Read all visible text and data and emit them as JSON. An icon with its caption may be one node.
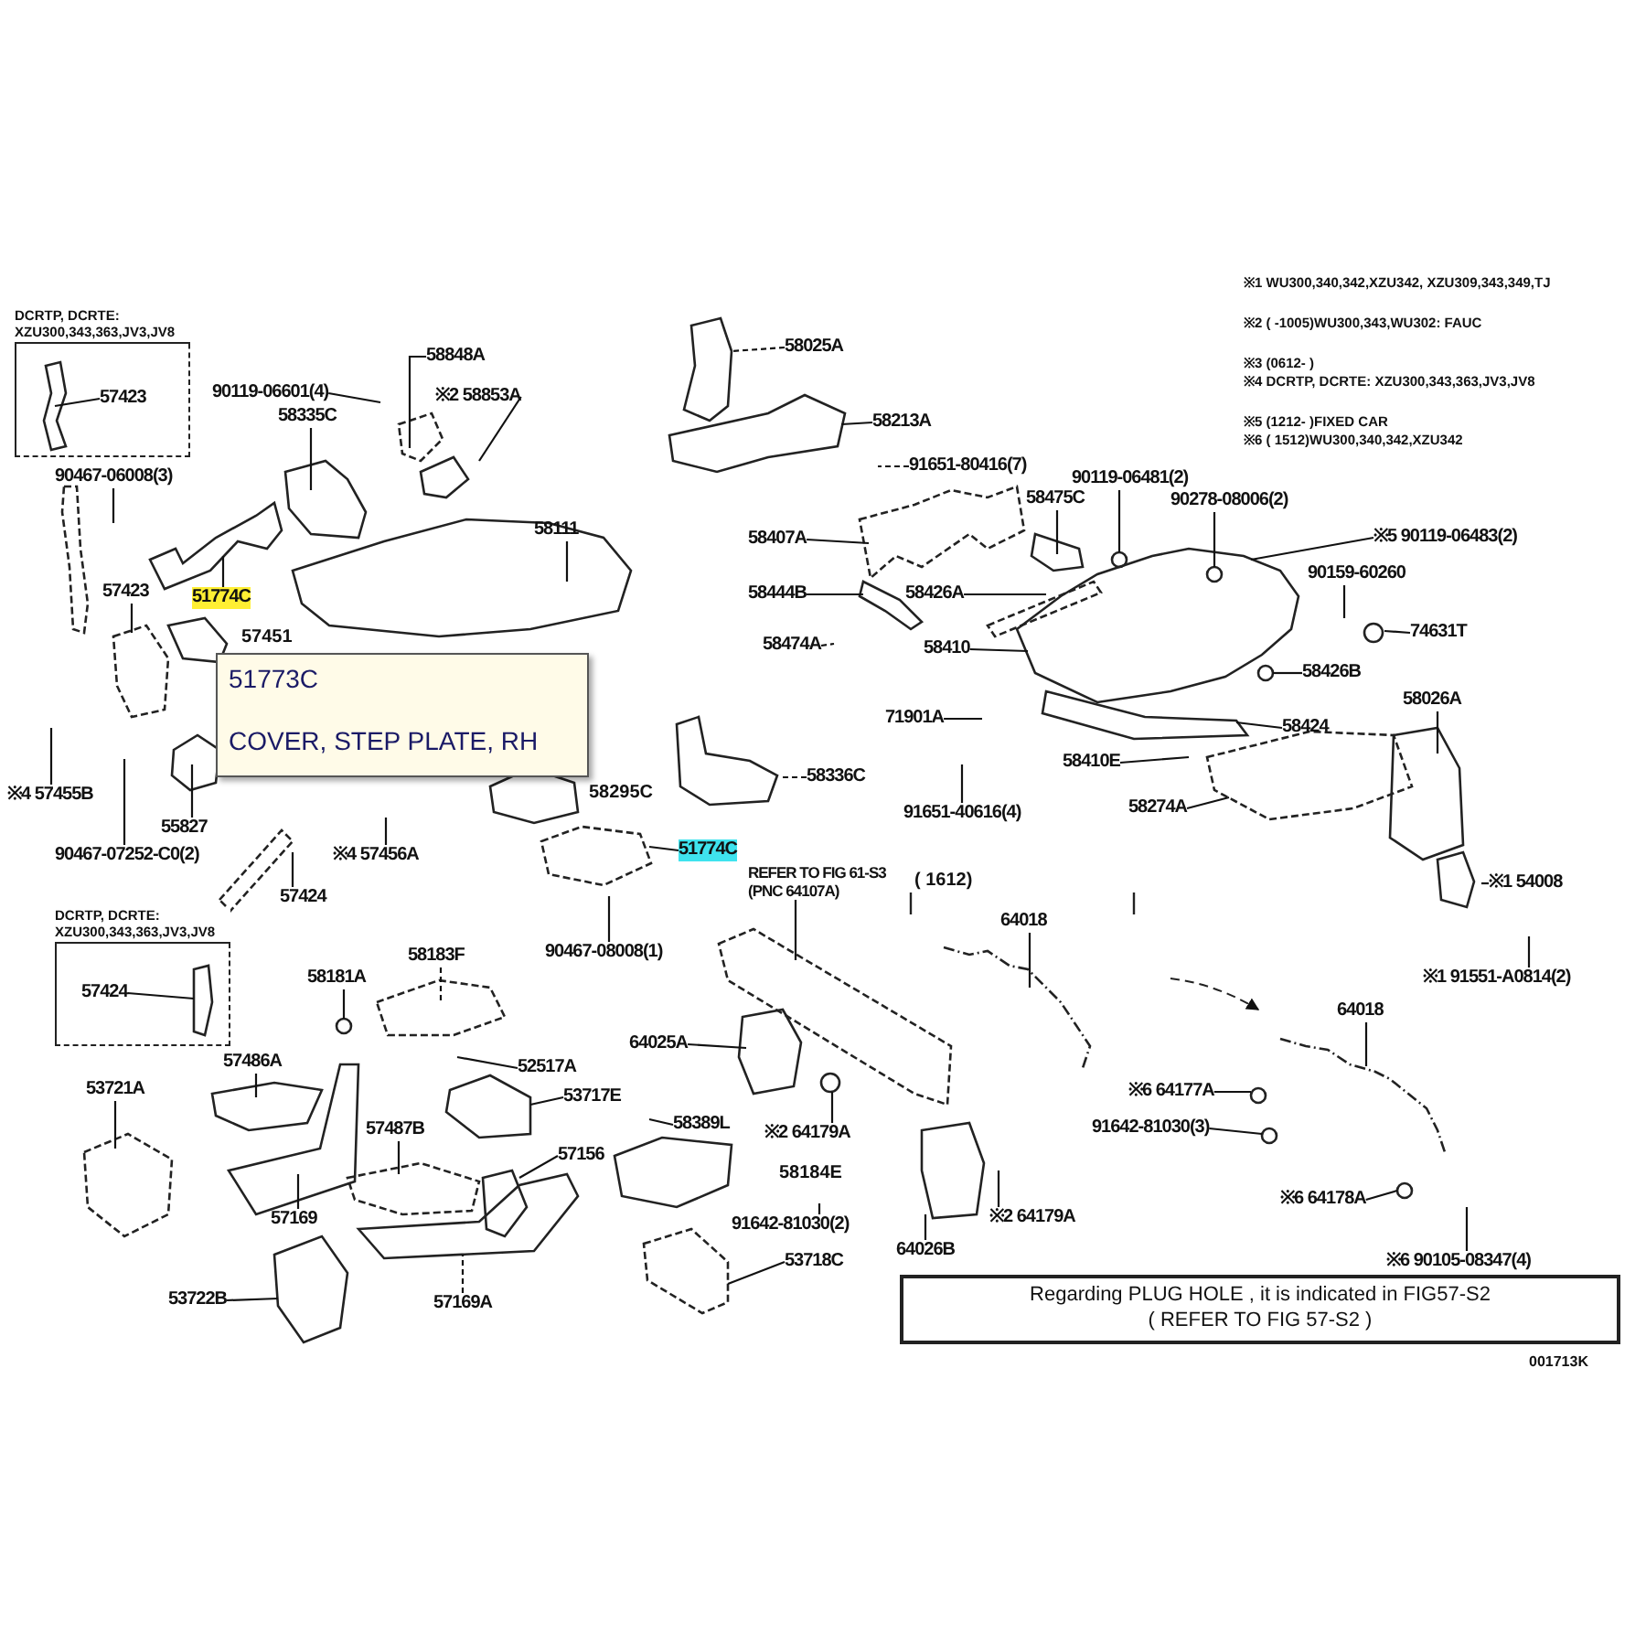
{
  "diagram": {
    "nodes": [
      {
        "text": [
          "DCRTP, DCRTE: XZU300,343,363,JV3,JV8"
        ]
      },
      {
        "text": [
          "57423"
        ],
        "in": 0
      },
      {
        "text": [
          "90119-06601(4)"
        ]
      },
      {
        "text": [
          "58335C"
        ]
      },
      {
        "text": [
          "58848A"
        ]
      },
      {
        "text": [
          "※2 58853A"
        ]
      },
      {
        "text": [
          "90467-06008(3)"
        ]
      },
      {
        "text": [
          "58111"
        ]
      },
      {
        "text": [
          "57423"
        ]
      },
      {
        "text": [
          "51774C"
        ]
      },
      {
        "text": [
          "51773C",
          "COVER, STEP PLATE, RH"
        ]
      },
      {
        "text": [
          "※4 57455B"
        ]
      },
      {
        "text": [
          "55827"
        ]
      },
      {
        "text": [
          "90467-07252-C0(2)"
        ]
      },
      {
        "text": [
          "※4 57456A"
        ]
      },
      {
        "text": [
          "57424"
        ]
      },
      {
        "text": [
          "58336C"
        ]
      },
      {
        "text": [
          "51774C"
        ]
      },
      {
        "text": [
          "90467-08008(1)"
        ]
      },
      {
        "text": [
          "58025A"
        ]
      },
      {
        "text": [
          "58213A"
        ]
      },
      {
        "text": [
          "91651-80416(7)"
        ]
      },
      {
        "text": [
          "90119-06481(2)"
        ]
      },
      {
        "text": [
          "58475C"
        ]
      },
      {
        "text": [
          "90278-08006(2)"
        ]
      },
      {
        "text": [
          "※5 90119-06483(2)"
        ]
      },
      {
        "text": [
          "90159-60260"
        ]
      },
      {
        "text": [
          "58407A"
        ]
      },
      {
        "text": [
          "58444B"
        ]
      },
      {
        "text": [
          "58426A"
        ]
      },
      {
        "text": [
          "74631T"
        ]
      },
      {
        "text": [
          "58474A"
        ]
      },
      {
        "text": [
          "58410"
        ]
      },
      {
        "text": [
          "71901A"
        ]
      },
      {
        "text": [
          "58426B"
        ]
      },
      {
        "text": [
          "58424"
        ]
      },
      {
        "text": [
          "58026A"
        ]
      },
      {
        "text": [
          "58410E"
        ]
      },
      {
        "text": [
          "91651-40616(4)"
        ]
      },
      {
        "text": [
          "58274A"
        ]
      },
      {
        "text": [
          "※1 54008"
        ]
      },
      {
        "text": [
          "※1 91551-A0814(2)"
        ]
      },
      {
        "text": [
          "REFER TO FIG 61-S3 (PNC 64107A)"
        ]
      },
      {
        "text": [
          "64018"
        ]
      },
      {
        "text": [
          "64018"
        ]
      },
      {
        "text": [
          "※6 64177A"
        ]
      },
      {
        "text": [
          "91642-81030(3)"
        ]
      },
      {
        "text": [
          "※6 64178A"
        ]
      },
      {
        "text": [
          "※6 90105-08347(4)"
        ]
      },
      {
        "text": [
          "64025A"
        ]
      },
      {
        "text": [
          "※2 64179A"
        ]
      },
      {
        "text": [
          "※2 64179A"
        ]
      },
      {
        "text": [
          "91642-81030(2)"
        ]
      },
      {
        "text": [
          "64026B"
        ]
      },
      {
        "text": [
          "53718C"
        ]
      },
      {
        "text": [
          "58389L"
        ]
      },
      {
        "text": [
          "DCRTP, DCRTE: XZU300,343,363,JV3,JV8"
        ]
      },
      {
        "text": [
          "57424"
        ],
        "in": 56
      },
      {
        "text": [
          "58181A"
        ]
      },
      {
        "text": [
          "58183F"
        ]
      },
      {
        "text": [
          "52517A"
        ]
      },
      {
        "text": [
          "53717E"
        ]
      },
      {
        "text": [
          "57486A"
        ]
      },
      {
        "text": [
          "53721A"
        ]
      },
      {
        "text": [
          "57487B"
        ]
      },
      {
        "text": [
          "57156"
        ]
      },
      {
        "text": [
          "57169"
        ]
      },
      {
        "text": [
          "57169A"
        ]
      },
      {
        "text": [
          "53722B"
        ]
      },
      {
        "text": [
          "Regarding PLUG HOLE , it is indicated in FIG57-S2",
          "( REFER TO FIG 57-S2 )"
        ],
        "beside": [
          "001713K"
        ]
      }
    ],
    "edges": [
      {
        "from": 1,
        "to": null,
        "arrow": "none"
      },
      {
        "from": 2,
        "to": null,
        "arrow": "none"
      },
      {
        "from": 3,
        "to": null,
        "arrow": "none"
      },
      {
        "from": 4,
        "to": null,
        "arrow": "none"
      },
      {
        "from": 5,
        "to": null,
        "arrow": "none"
      },
      {
        "from": 6,
        "to": null,
        "arrow": "none"
      },
      {
        "from": 7,
        "to": null,
        "arrow": "none"
      },
      {
        "from": 8,
        "to": null,
        "arrow": "none"
      },
      {
        "from": 9,
        "to": null,
        "arrow": "none"
      },
      {
        "from": 11,
        "to": null,
        "arrow": "none"
      },
      {
        "from": 12,
        "to": null,
        "arrow": "none"
      },
      {
        "from": 13,
        "to": null,
        "arrow": "none"
      },
      {
        "from": 14,
        "to": null,
        "arrow": "none"
      },
      {
        "from": 15,
        "to": null,
        "arrow": "none"
      },
      {
        "from": 16,
        "to": null,
        "arrow": "none",
        "style": "dashed"
      },
      {
        "from": 17,
        "to": null,
        "arrow": "none"
      },
      {
        "from": 18,
        "to": null,
        "arrow": "none"
      },
      {
        "from": 19,
        "to": null,
        "arrow": "none",
        "style": "dashed"
      },
      {
        "from": 20,
        "to": null,
        "arrow": "none"
      },
      {
        "from": 21,
        "to": null,
        "arrow": "none",
        "style": "dashed"
      },
      {
        "from": 22,
        "to": null,
        "arrow": "none"
      },
      {
        "from": 23,
        "to": null,
        "arrow": "none"
      },
      {
        "from": 24,
        "to": null,
        "arrow": "none"
      },
      {
        "from": 25,
        "to": null,
        "arrow": "none"
      },
      {
        "from": 26,
        "to": null,
        "arrow": "none"
      },
      {
        "from": 27,
        "to": null,
        "arrow": "none"
      },
      {
        "from": 28,
        "to": null,
        "arrow": "none"
      },
      {
        "from": 29,
        "to": null,
        "arrow": "none"
      },
      {
        "from": 30,
        "to": null,
        "arrow": "none"
      },
      {
        "from": 31,
        "to": null,
        "arrow": "none",
        "style": "dashed"
      },
      {
        "from": 32,
        "to": null,
        "arrow": "none"
      },
      {
        "from": 33,
        "to": null,
        "arrow": "none"
      },
      {
        "from": 34,
        "to": null,
        "arrow": "none"
      },
      {
        "from": 35,
        "to": null,
        "arrow": "none"
      },
      {
        "from": 36,
        "to": null,
        "arrow": "none"
      },
      {
        "from": 37,
        "to": null,
        "arrow": "none"
      },
      {
        "from": 38,
        "to": null,
        "arrow": "none"
      },
      {
        "from": 39,
        "to": null,
        "arrow": "none"
      },
      {
        "from": 40,
        "to": null,
        "arrow": "none"
      },
      {
        "from": 41,
        "to": null,
        "arrow": "none"
      },
      {
        "from": 42,
        "to": null,
        "arrow": "none"
      },
      {
        "from": 43,
        "to": null,
        "arrow": "none"
      },
      {
        "from": 44,
        "to": null,
        "arrow": "none"
      },
      {
        "from": 45,
        "to": null,
        "arrow": "none"
      },
      {
        "from": 46,
        "to": null,
        "arrow": "none"
      },
      {
        "from": 47,
        "to": null,
        "arrow": "none"
      },
      {
        "from": 48,
        "to": null,
        "arrow": "none"
      },
      {
        "from": 49,
        "to": null,
        "arrow": "none"
      },
      {
        "from": 50,
        "to": null,
        "arrow": "none"
      },
      {
        "from": 51,
        "to": null,
        "arrow": "none"
      },
      {
        "from": 52,
        "to": null,
        "arrow": "none"
      },
      {
        "from": 53,
        "to": null,
        "arrow": "none"
      },
      {
        "from": 54,
        "to": null,
        "arrow": "none"
      },
      {
        "from": 55,
        "to": null,
        "arrow": "none"
      },
      {
        "from": 57,
        "to": null,
        "arrow": "none"
      },
      {
        "from": 58,
        "to": null,
        "arrow": "none"
      },
      {
        "from": 59,
        "to": null,
        "arrow": "none",
        "style": "dashed"
      },
      {
        "from": 60,
        "to": null,
        "arrow": "none"
      },
      {
        "from": 61,
        "to": null,
        "arrow": "none"
      },
      {
        "from": 62,
        "to": null,
        "arrow": "none"
      },
      {
        "from": 63,
        "to": null,
        "arrow": "none"
      },
      {
        "from": 64,
        "to": null,
        "arrow": "none"
      },
      {
        "from": 65,
        "to": null,
        "arrow": "none"
      },
      {
        "from": 66,
        "to": null,
        "arrow": "none"
      },
      {
        "from": 67,
        "to": null,
        "arrow": "none",
        "style": "dashed"
      },
      {
        "from": 68,
        "to": null,
        "arrow": "none"
      }
    ],
    "labels": [
      "57451",
      "58295C",
      "58184E",
      "( 1612)",
      "※1 WU300,340,342,XZU342, XZU309,343,349,TJ",
      "※2 ( -1005)WU300,343,WU302: FAUC",
      "※3 (0612- )",
      "※4 DCRTP, DCRTE: XZU300,343,363,JV3,JV8",
      "※5 (1212- )FIXED CAR",
      "※6 ( 1512)WU300,340,342,XZU342"
    ]
  }
}
